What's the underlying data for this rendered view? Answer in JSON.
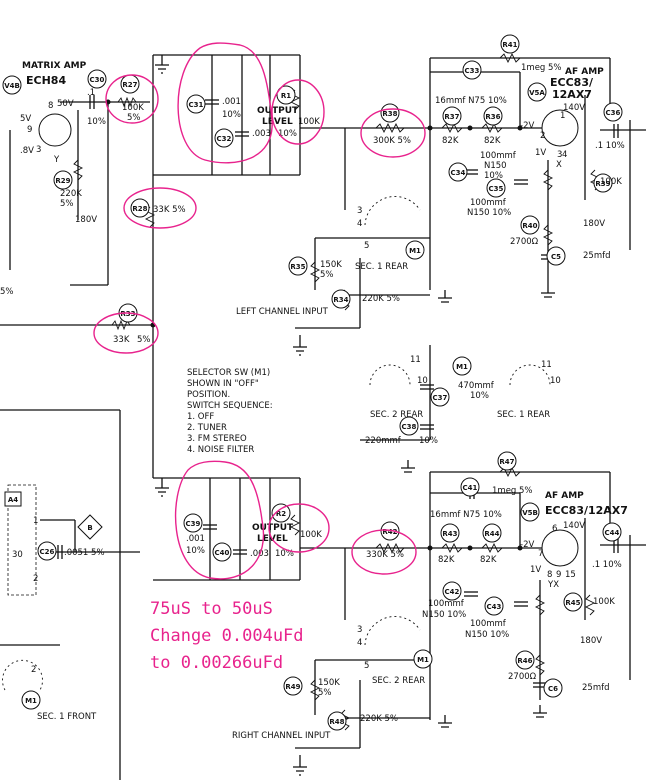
{
  "refs": {
    "R41": "R41",
    "C33": "C33",
    "R38": "R38",
    "R37": "R37",
    "R36": "R36",
    "C34": "C34",
    "C35": "C35",
    "R39": "R39",
    "R40": "R40",
    "C5": "C5",
    "C36": "C36",
    "V5A": "V5A",
    "V5B": "V5B",
    "V4B": "V4B",
    "C30": "C30",
    "R27": "R27",
    "R29": "R29",
    "R28": "R28",
    "R33": "R33",
    "C31": "C31",
    "C32": "C32",
    "R1": "R1",
    "M1": "M1",
    "R35": "R35",
    "R34": "R34",
    "C37": "C37",
    "C38": "C38",
    "R47": "R47",
    "C41": "C41",
    "R43": "R43",
    "R44": "R44",
    "C42": "C42",
    "C43": "C43",
    "R42": "R42",
    "C39": "C39",
    "C40": "C40",
    "R2": "R2",
    "R45": "R45",
    "R46": "R46",
    "C6": "C6",
    "C44": "C44",
    "R49": "R49",
    "R48": "R48",
    "C26": "C26",
    "A4": "A4",
    "B": "B"
  },
  "labels": {
    "matrix_amp": "MATRIX AMP",
    "ech84": "ECH84",
    "af_amp": "AF AMP",
    "ecc83_a": "ECC83/",
    "ax7_a": "12AX7",
    "ecc83_b": "ECC83/12AX7",
    "r41_val": "1meg 5%",
    "c33_val": "16mmf N75 10%",
    "r38_val": "300K 5%",
    "r37_val": "82K",
    "r36_val": "82K",
    "c34_val1": "100mmf",
    "c34_val2": "N150",
    "c34_val3": "10%",
    "c35_val1": "100mmf",
    "c35_val2": "N150 10%",
    "r39_val": "100K",
    "r40_val": "2700Ω",
    "c5_val": "25mfd",
    "c36_val": ".1 10%",
    "v140": "140V",
    "v180": "180V",
    "vm2": "-2V",
    "v1": "1V",
    "pins_a1": "2",
    "pins_a2": "1",
    "pins_a3": "3",
    "pins_a4": "4",
    "pin_x": "X",
    "c30_val1": ".1",
    "c30_val2": "10%",
    "r27_val1": "100K",
    "r27_val2": "5%",
    "r29_val1": "220K",
    "r29_val2": "5%",
    "v180b": "180V",
    "v50": "50V",
    "v5": "5V",
    "v8": ".8V",
    "pin9": "9",
    "pin8": "8",
    "pin3": "3",
    "pin_y": "Y",
    "r28_val": "33K 5%",
    "r33_val1": "33K",
    "r33_val2": "5%",
    "pct5": "5%",
    "c31_val1": ".001",
    "c31_val2": "10%",
    "c32_val": ".003",
    "pct10": "10%",
    "output": "OUTPUT",
    "level": "LEVEL",
    "r1_val": "100K",
    "r2_val": "100K",
    "sw3": "3",
    "sw4": "4",
    "sw5": "5",
    "sec1_rear": "SEC. 1 REAR",
    "r35_val1": "150K",
    "r35_val2": "5%",
    "r34_val": "220K 5%",
    "left_input": "LEFT CHANNEL INPUT",
    "right_input": "RIGHT CHANNEL INPUT",
    "sel1": "SELECTOR SW (M1)",
    "sel2": "SHOWN IN \"OFF\"",
    "sel3": "POSITION.",
    "sel4": "SWITCH SEQUENCE:",
    "sel5": "1. OFF",
    "sel6": "2. TUNER",
    "sel7": "3. FM STEREO",
    "sel8": "4. NOISE FILTER",
    "sw11": "11",
    "sw10": "10",
    "sw11b": "11",
    "sw10b": "10",
    "sec2_rear": "SEC. 2 REAR",
    "sec1_rear_b": "SEC. 1 REAR",
    "c37_val1": "470mmf",
    "c37_val2": "10%",
    "c38_val1": "220mmf",
    "c38_val2": "10%",
    "r47_val": "1meg 5%",
    "c41_val": "16mmf N75 10%",
    "r42_val": "330K 5%",
    "r43_val": "82K",
    "r44_val": "82K",
    "c42_val1": "100mmf",
    "c42_val2": "N150 10%",
    "c43_val1": "100mmf",
    "c43_val2": "N150 10%",
    "r45_val": "100K",
    "r46_val": "2700Ω",
    "c6_val": "25mfd",
    "c44_val": ".1 10%",
    "v140b": "140V",
    "v180c": "180V",
    "vm2b": "-2V",
    "v1b": "1V",
    "pin6": "6",
    "pin7": "7",
    "pin8b": "8",
    "pin9b": "9",
    "pin15": "15",
    "pin_yx": "YX",
    "c39_val1": ".001",
    "c39_val2": "10%",
    "c40_val": ".003",
    "pct10b": "10%",
    "sw3b": "3",
    "sw4b": "4",
    "sw5b": "5",
    "sec2_rear_b": "SEC. 2 REAR",
    "r49_val1": "150K",
    "r49_val2": "5%",
    "r48_val": "220K 5%",
    "c26_val": ".0051 5%",
    "a4_pin1": "1",
    "a4_pin2": "2",
    "a4_30": "30",
    "sw2": "2",
    "sec1_front": "SEC. 1 FRONT",
    "m1b": "M1"
  },
  "annotation": {
    "line1": "75uS to 50uS",
    "line2": "Change 0.004uFd",
    "line3": "to 0.00266uFd",
    "color": "#e8238d"
  }
}
